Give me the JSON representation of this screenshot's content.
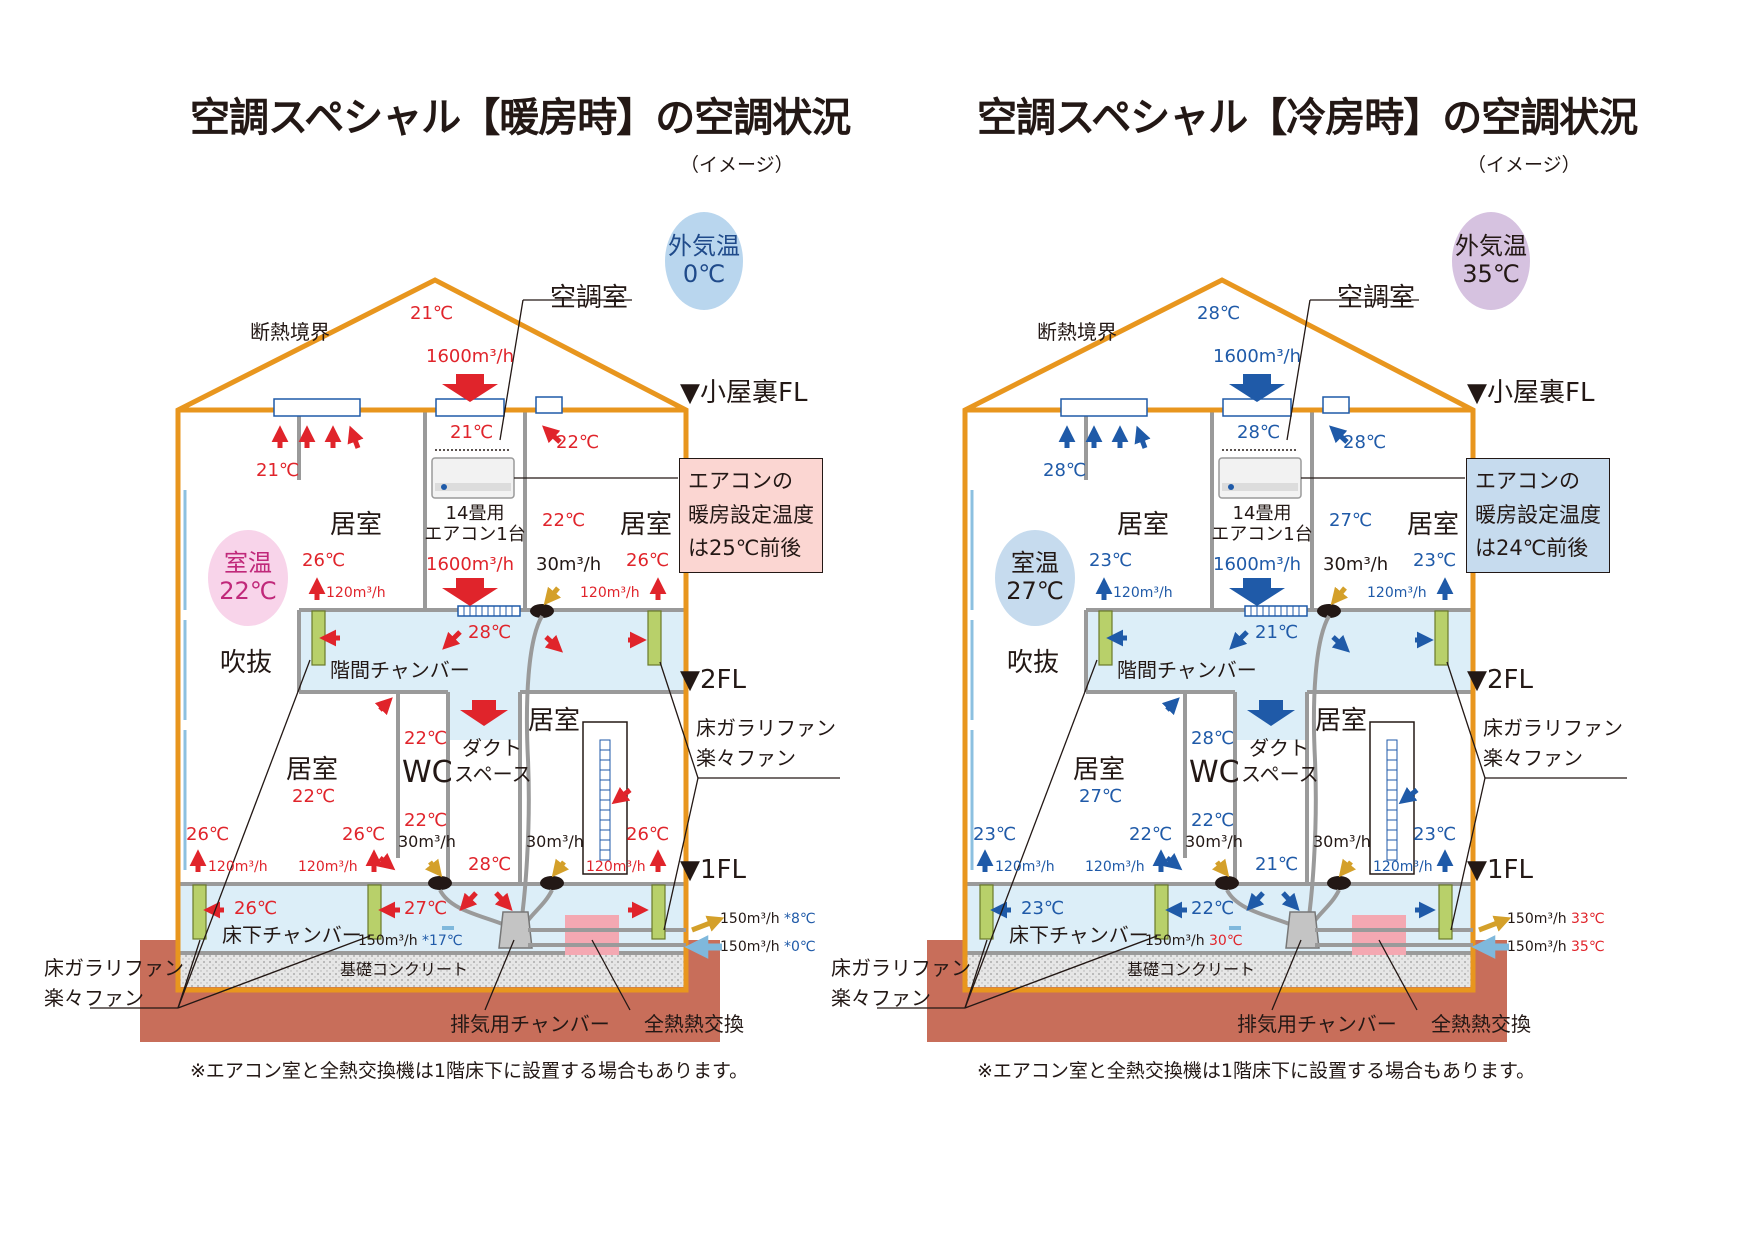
{
  "colors": {
    "house_outline": "#e8961e",
    "chamber_fill": "#dceef8",
    "ground": "#c86e5a",
    "concrete": "#dcdcdc",
    "fan_green": "#b8d06a",
    "heat_exchanger": "#f4a8b2",
    "small_arrow_gold": "#d4a02a",
    "outside_arrow_blue": "#7fb8dc"
  },
  "panels": [
    {
      "mode": "heating",
      "accent": "#e0242b",
      "title": "空調スペシャル【暖房時】の空調状況",
      "subtitle": "（イメージ）",
      "outside_label": "外気温",
      "outside_temp": "0℃",
      "outside_circle": "#b9d6ee",
      "outside_text": "#1f4a8a",
      "room_label": "室温",
      "room_temp": "22℃",
      "room_circle": "#f8d4ea",
      "room_text": "#c0287a",
      "setting_lines": [
        "エアコンの",
        "暖房設定温度",
        "は25℃前後"
      ],
      "setting_bg": "#fbd6d2",
      "insulation": "断熱境界",
      "ac_room": "空調室",
      "attic_fl": "▼小屋裏FL",
      "fl2": "▼2FL",
      "fl1": "▼1FL",
      "living": "居室",
      "fukinuke": "吹抜",
      "floor_chamber": "階間チャンバー",
      "underfloor_chamber": "床下チャンバー",
      "wc": "WC",
      "duct1": "ダクト",
      "duct2": "スペース",
      "ac1": "14畳用",
      "ac2": "エアコン1台",
      "fan1": "床ガラリファン",
      "fan2": "楽々ファン",
      "concrete": "基礎コンクリート",
      "exhaust": "排気用チャンバー",
      "exchanger": "全熱熱交換",
      "note": "※エアコン室と全熱交換機は1階床下に設置する場合もあります。",
      "t_attic": "21℃",
      "t_attic_vent": "21℃",
      "t_acroom": "21℃",
      "t_right_attic": "22℃",
      "t_ac_flow_top": "1600m³/h",
      "t_ac_flow_mid": "1600m³/h",
      "t_room_r2_left": "22℃",
      "t_room_r2_right_out": "26℃",
      "t_room_l2_out": "26℃",
      "t_chamber2": "28℃",
      "t_wc": "22℃",
      "t_room_1f_left": "22℃",
      "t_wc_vent": "22℃",
      "t_1f_duct": "28℃",
      "t_1f_right_out": "26℃",
      "t_1f_left_out": "26℃",
      "t_1f_mid_out": "26℃",
      "t_underfloor_left": "26℃",
      "t_underfloor_mid": "27℃",
      "flow_120": "120m³/h",
      "flow_30": "30m³/h",
      "flow_150": "150m³/h",
      "t_supply_in": "*17℃",
      "t_exhaust_out": "*8℃",
      "t_outside_in": "*0℃",
      "supply_in_color": "#1f5aa8",
      "exhaust_out_color": "#1f5aa8",
      "outside_in_color": "#1f5aa8"
    },
    {
      "mode": "cooling",
      "accent": "#1f5aa8",
      "title": "空調スペシャル【冷房時】の空調状況",
      "subtitle": "（イメージ）",
      "outside_label": "外気温",
      "outside_temp": "35℃",
      "outside_circle": "#d6c2e0",
      "outside_text": "#231815",
      "room_label": "室温",
      "room_temp": "27℃",
      "room_circle": "#c6dbee",
      "room_text": "#231815",
      "setting_lines": [
        "エアコンの",
        "暖房設定温度",
        "は24℃前後"
      ],
      "setting_bg": "#c6dbee",
      "insulation": "断熱境界",
      "ac_room": "空調室",
      "attic_fl": "▼小屋裏FL",
      "fl2": "▼2FL",
      "fl1": "▼1FL",
      "living": "居室",
      "fukinuke": "吹抜",
      "floor_chamber": "階間チャンバー",
      "underfloor_chamber": "床下チャンバー",
      "wc": "WC",
      "duct1": "ダクト",
      "duct2": "スペース",
      "ac1": "14畳用",
      "ac2": "エアコン1台",
      "fan1": "床ガラリファン",
      "fan2": "楽々ファン",
      "concrete": "基礎コンクリート",
      "exhaust": "排気用チャンバー",
      "exchanger": "全熱熱交換",
      "note": "※エアコン室と全熱交換機は1階床下に設置する場合もあります。",
      "t_attic": "28℃",
      "t_attic_vent": "28℃",
      "t_acroom": "28℃",
      "t_right_attic": "28℃",
      "t_ac_flow_top": "1600m³/h",
      "t_ac_flow_mid": "1600m³/h",
      "t_room_r2_left": "27℃",
      "t_room_r2_right_out": "23℃",
      "t_room_l2_out": "23℃",
      "t_chamber2": "21℃",
      "t_wc": "28℃",
      "t_room_1f_left": "27℃",
      "t_wc_vent": "22℃",
      "t_1f_duct": "21℃",
      "t_1f_right_out": "23℃",
      "t_1f_left_out": "23℃",
      "t_1f_mid_out": "22℃",
      "t_underfloor_left": "23℃",
      "t_underfloor_mid": "22℃",
      "flow_120": "120m³/h",
      "flow_30": "30m³/h",
      "flow_150": "150m³/h",
      "t_supply_in": "30℃",
      "t_exhaust_out": "33℃",
      "t_outside_in": "35℃",
      "supply_in_color": "#e0242b",
      "exhaust_out_color": "#e0242b",
      "outside_in_color": "#e0242b"
    }
  ]
}
